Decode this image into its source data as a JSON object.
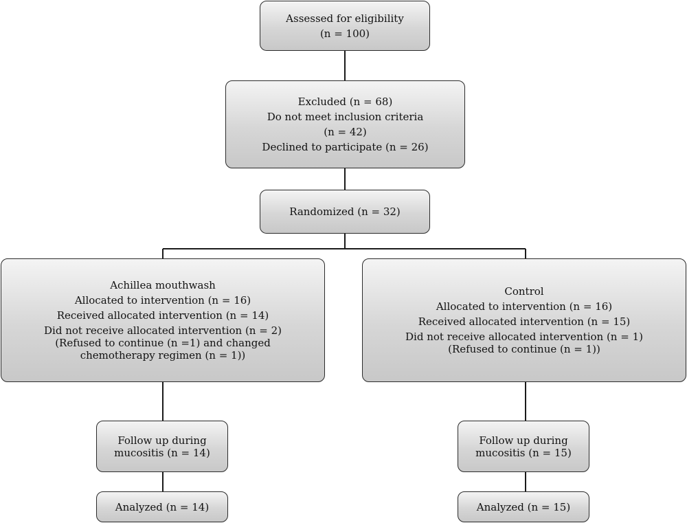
{
  "assessed": {
    "title": "Assessed for eligibility",
    "count": "(n = 100)"
  },
  "excluded": {
    "title": "Excluded (n = 68)",
    "criteria_label": "Do not meet inclusion criteria",
    "criteria_count": "(n = 42)",
    "declined": "Declined to participate (n = 26)"
  },
  "randomized": {
    "label": "Randomized (n = 32)"
  },
  "left_arm": {
    "title": "Achillea mouthwash",
    "allocated": "Allocated to intervention (n = 16)",
    "received": "Received allocated intervention (n = 14)",
    "not_received": "Did not receive allocated intervention (n = 2)",
    "not_received_detail_1": "(Refused to continue (n =1) and changed",
    "not_received_detail_2": "chemotherapy regimen (n = 1))",
    "followup_1": "Follow up during",
    "followup_2": "mucositis (n = 14)",
    "analyzed": "Analyzed (n = 14)"
  },
  "right_arm": {
    "title": "Control",
    "allocated": "Allocated to intervention (n = 16)",
    "received": "Received allocated intervention (n = 15)",
    "not_received": "Did not receive allocated intervention (n = 1)",
    "not_received_detail_1": "(Refused to continue (n = 1))",
    "followup_1": "Follow up during",
    "followup_2": "mucositis (n = 15)",
    "analyzed": "Analyzed (n = 15)"
  }
}
